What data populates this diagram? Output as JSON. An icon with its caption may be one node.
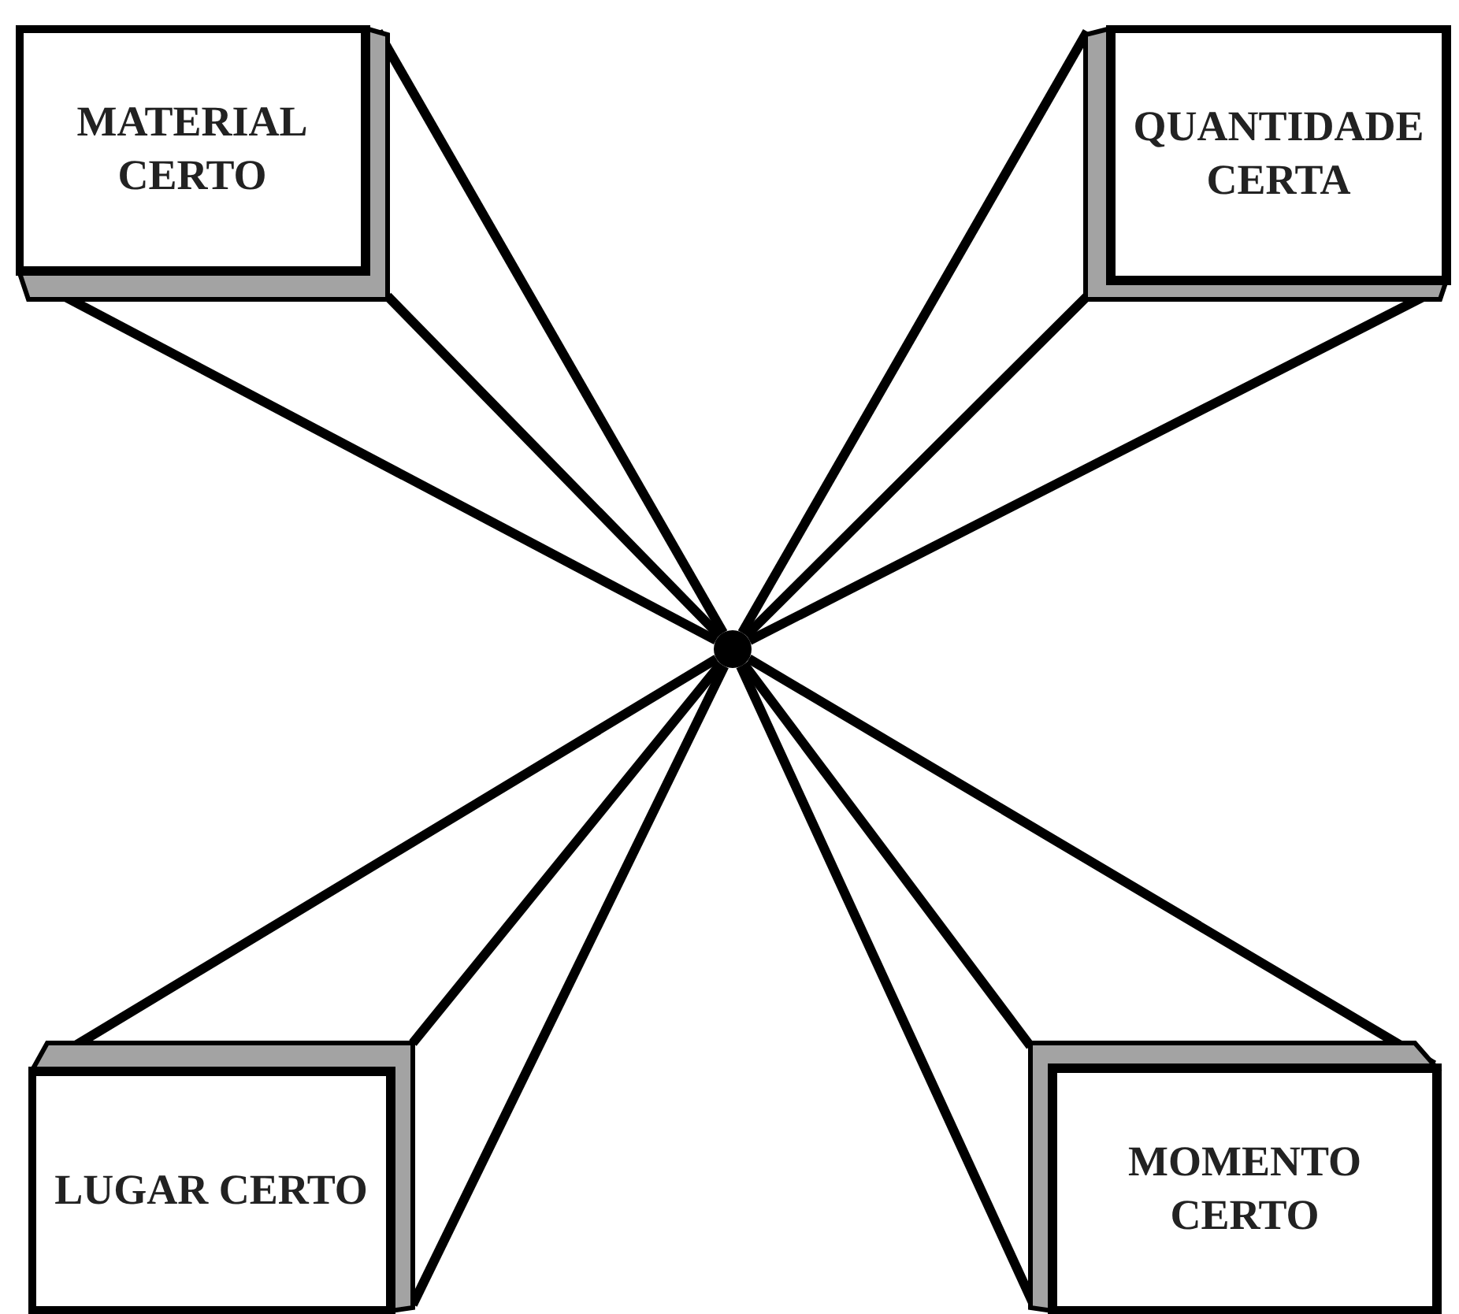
{
  "diagram": {
    "nodes": [
      {
        "text": [
          "MATERIAL CERTO"
        ]
      },
      {
        "text": [
          "QUANTIDADE CERTA"
        ]
      },
      {
        "text": [],
        "shape": "circle"
      },
      {
        "text": [
          "LUGAR CERTO"
        ]
      },
      {
        "text": [
          "MOMENTO CERTO"
        ]
      }
    ],
    "edges": [
      {
        "from": 0,
        "to": 2,
        "arrow": "none"
      },
      {
        "from": 0,
        "to": 2,
        "arrow": "none"
      },
      {
        "from": 0,
        "to": 2,
        "arrow": "none"
      },
      {
        "from": 1,
        "to": 2,
        "arrow": "none"
      },
      {
        "from": 1,
        "to": 2,
        "arrow": "none"
      },
      {
        "from": 1,
        "to": 2,
        "arrow": "none"
      },
      {
        "from": 3,
        "to": 2,
        "arrow": "none"
      },
      {
        "from": 3,
        "to": 2,
        "arrow": "none"
      },
      {
        "from": 3,
        "to": 2,
        "arrow": "none"
      },
      {
        "from": 4,
        "to": 2,
        "arrow": "none"
      },
      {
        "from": 4,
        "to": 2,
        "arrow": "none"
      },
      {
        "from": 4,
        "to": 2,
        "arrow": "none"
      }
    ]
  }
}
